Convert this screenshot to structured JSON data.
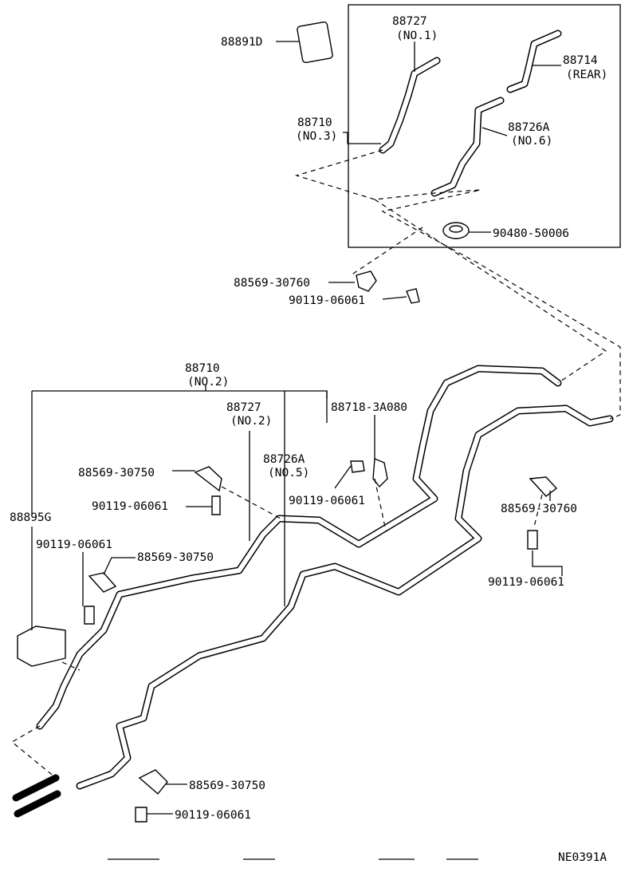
{
  "diagram": {
    "labels": {
      "l88891d": "88891D",
      "l88727_1": "88727",
      "l88727_1b": "(NO.1)",
      "l88714": "88714",
      "l88714b": "(REAR)",
      "l88710_3": "88710",
      "l88710_3b": "(NO.3)",
      "l88726a_6": "88726A",
      "l88726a_6b": "(NO.6)",
      "l90480": "90480-50006",
      "l88569_a": "88569-30760",
      "l90119_a": "90119-06061",
      "l88710_2": "88710",
      "l88710_2b": "(NO.2)",
      "l88727_2": "88727",
      "l88727_2b": "(NO.2)",
      "l88718": "88718-3A080",
      "l88569_b": "88569-30750",
      "l90119_b": "90119-06061",
      "l88726a_5": "88726A",
      "l88726a_5b": "(NO.5)",
      "l90119_c": "90119-06061",
      "l88895g": "88895G",
      "l90119_d": "90119-06061",
      "l88569_c": "88569-30750",
      "l88569_d": "88569-30760",
      "l90119_e": "90119-06061",
      "l88569_e": "88569-30750",
      "l90119_f": "90119-06061",
      "code": "NE0391A"
    }
  }
}
